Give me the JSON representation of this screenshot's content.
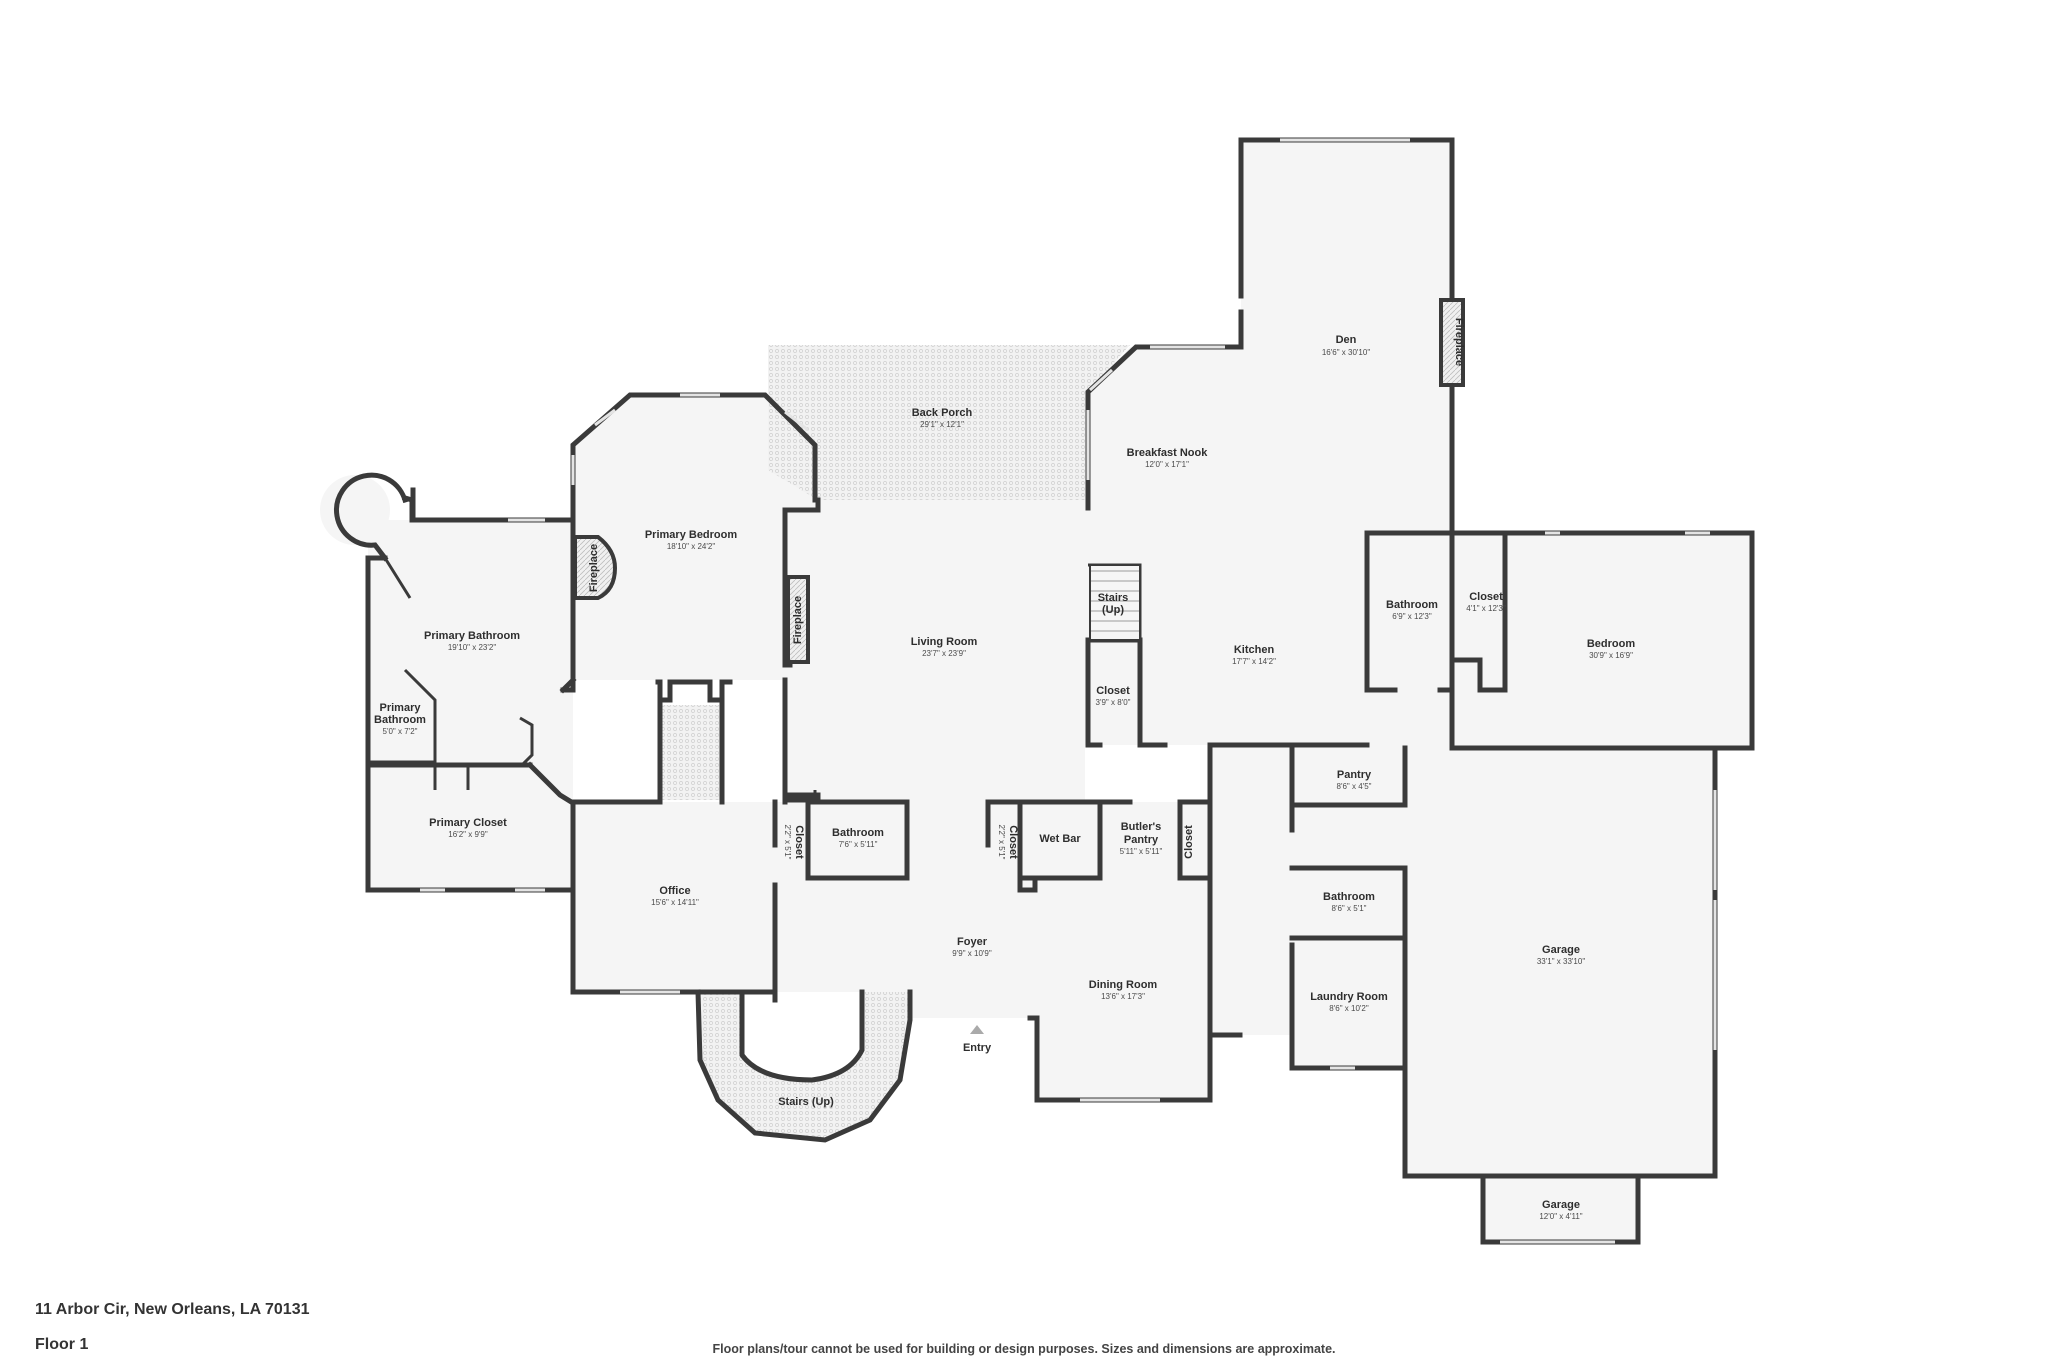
{
  "address": "11 Arbor Cir, New Orleans, LA 70131",
  "floor": "Floor 1",
  "disclaimer": "Floor plans/tour cannot be used for building or design purposes. Sizes and dimensions are approximate.",
  "entry_label": "Entry",
  "rooms": {
    "den": {
      "name": "Den",
      "dim": "16'6\" x 30'10\""
    },
    "back_porch": {
      "name": "Back Porch",
      "dim": "29'1\" x 12'1\""
    },
    "breakfast_nook": {
      "name": "Breakfast Nook",
      "dim": "12'0\" x 17'1\""
    },
    "primary_bedroom": {
      "name": "Primary Bedroom",
      "dim": "18'10\" x 24'2\""
    },
    "primary_bathroom": {
      "name": "Primary Bathroom",
      "dim": "19'10\" x 23'2\""
    },
    "primary_bathroom_small": {
      "name1": "Primary",
      "name2": "Bathroom",
      "dim": "5'0\" x 7'2\""
    },
    "primary_closet": {
      "name": "Primary Closet",
      "dim": "16'2\" x 9'9\""
    },
    "living_room": {
      "name": "Living Room",
      "dim": "23'7\" x 23'9\""
    },
    "stairs_up_inner": {
      "name1": "Stairs",
      "name2": "(Up)"
    },
    "closet_kitchen": {
      "name": "Closet",
      "dim": "3'9\" x 8'0\""
    },
    "kitchen": {
      "name": "Kitchen",
      "dim": "17'7\" x 14'2\""
    },
    "bathroom_right": {
      "name": "Bathroom",
      "dim": "6'9\" x 12'3\""
    },
    "closet_right": {
      "name": "Closet",
      "dim": "4'1\" x 12'3\""
    },
    "bedroom": {
      "name": "Bedroom",
      "dim": "30'9\" x 16'9\""
    },
    "pantry": {
      "name": "Pantry",
      "dim": "8'6\" x 4'5\""
    },
    "closet_office": {
      "name": "Closet",
      "dim": "2'2\" x 5'1\""
    },
    "bathroom_center": {
      "name": "Bathroom",
      "dim": "7'6\" x 5'11\""
    },
    "closet_wetbar": {
      "name": "Closet",
      "dim": "2'2\" x 5'1\""
    },
    "wet_bar": {
      "name": "Wet Bar"
    },
    "butlers_pantry": {
      "name1": "Butler's",
      "name2": "Pantry",
      "dim": "5'11\" x 5'11\""
    },
    "closet_dining": {
      "name": "Closet"
    },
    "office": {
      "name": "Office",
      "dim": "15'6\" x 14'11\""
    },
    "foyer": {
      "name": "Foyer",
      "dim": "9'9\" x 10'9\""
    },
    "dining_room": {
      "name": "Dining Room",
      "dim": "13'6\" x 17'3\""
    },
    "bathroom_garage": {
      "name": "Bathroom",
      "dim": "8'6\" x 5'1\""
    },
    "laundry_room": {
      "name": "Laundry Room",
      "dim": "8'6\" x 10'2\""
    },
    "garage": {
      "name": "Garage",
      "dim": "33'1\" x 33'10\""
    },
    "garage_small": {
      "name": "Garage",
      "dim": "12'0\" x 4'11\""
    },
    "stairs_up_front": {
      "name": "Stairs (Up)"
    },
    "fireplace": {
      "name": "Fireplace"
    }
  }
}
